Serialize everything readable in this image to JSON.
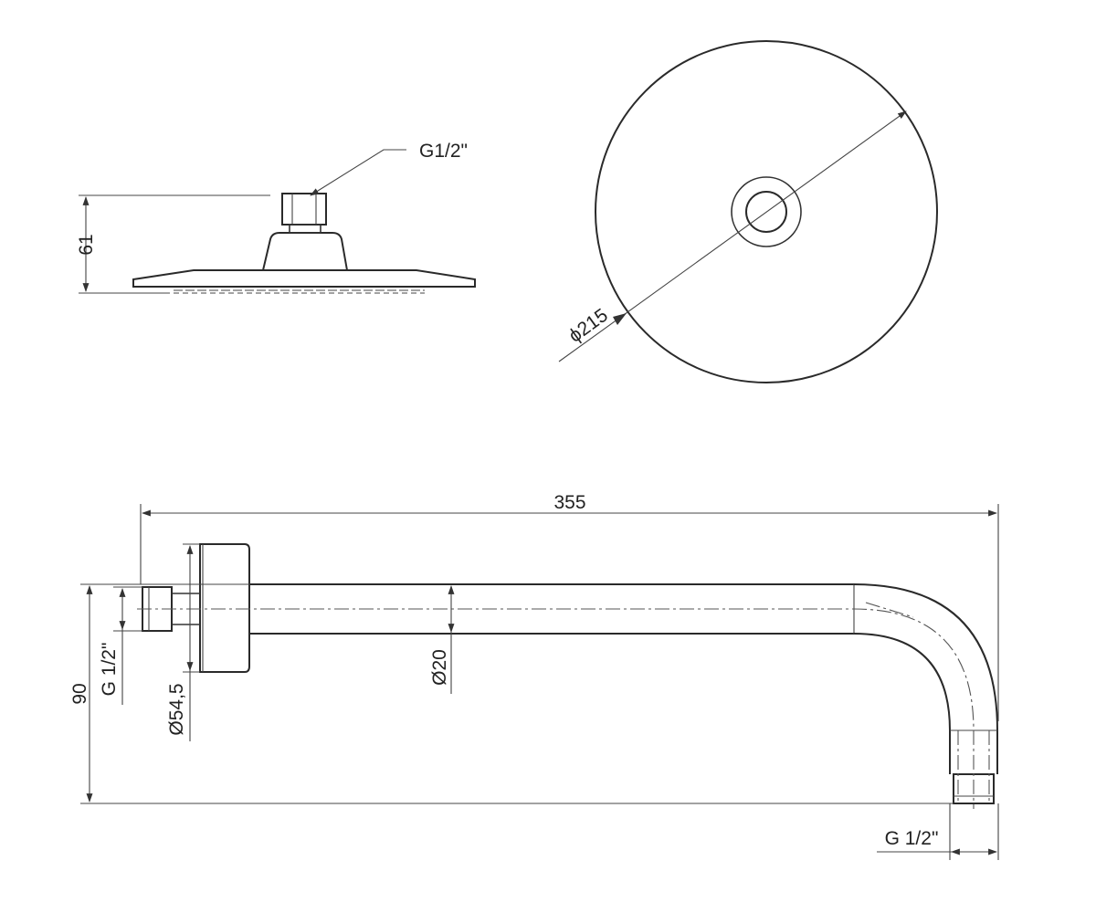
{
  "drawing": {
    "labels": {
      "connector_thread": "G1/2\"",
      "height_dim": "61",
      "diameter_dim": "ϕ215",
      "arm_length": "355",
      "arm_drop": "90",
      "inlet_thread": "G 1/2\"",
      "flange_diameter": "Ø54,5",
      "tube_diameter": "Ø20",
      "outlet_thread": "G 1/2\""
    },
    "colors": {
      "line": "#333333",
      "background": "#ffffff"
    }
  }
}
